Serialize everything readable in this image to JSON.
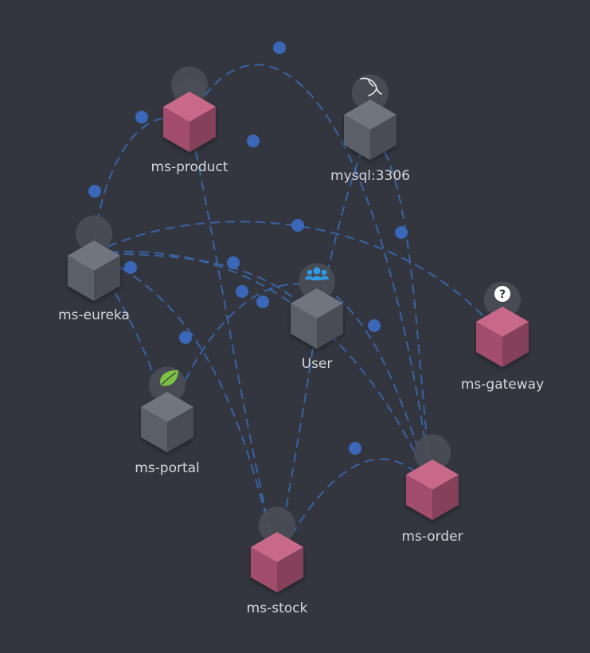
{
  "topology": {
    "colors": {
      "background": "#33363f",
      "edge": "#3b6bb5",
      "service_top": "#c9698a",
      "service_left": "#a24e6d",
      "service_right": "#85405a",
      "infra_top": "#707480",
      "infra_left": "#5a5e69",
      "infra_right": "#484b55"
    },
    "nodes": [
      {
        "id": "ms-product",
        "label": "ms-product",
        "kind": "service",
        "icon": "empty-pin-icon"
      },
      {
        "id": "mysql",
        "label": "mysql:3306",
        "kind": "infra",
        "icon": "mysql-dolphin-icon"
      },
      {
        "id": "ms-eureka",
        "label": "ms-eureka",
        "kind": "infra",
        "icon": "empty-pin-icon"
      },
      {
        "id": "user",
        "label": "User",
        "kind": "infra",
        "icon": "users-icon"
      },
      {
        "id": "ms-gateway",
        "label": "ms-gateway",
        "kind": "service",
        "icon": "question-icon"
      },
      {
        "id": "ms-portal",
        "label": "ms-portal",
        "kind": "infra",
        "icon": "spring-leaf-icon"
      },
      {
        "id": "ms-order",
        "label": "ms-order",
        "kind": "service",
        "icon": "empty-pin-icon"
      },
      {
        "id": "ms-stock",
        "label": "ms-stock",
        "kind": "service",
        "icon": "empty-pin-icon"
      }
    ],
    "edges": [
      {
        "from": "ms-product",
        "to": "ms-order"
      },
      {
        "from": "ms-product",
        "to": "ms-stock"
      },
      {
        "from": "ms-eureka",
        "to": "ms-product"
      },
      {
        "from": "ms-eureka",
        "to": "ms-gateway"
      },
      {
        "from": "ms-eureka",
        "to": "ms-order"
      },
      {
        "from": "ms-eureka",
        "to": "ms-portal"
      },
      {
        "from": "ms-eureka",
        "to": "ms-stock"
      },
      {
        "from": "ms-eureka",
        "to": "user"
      },
      {
        "from": "user",
        "to": "mysql"
      },
      {
        "from": "user",
        "to": "ms-stock"
      },
      {
        "from": "ms-portal",
        "to": "ms-order"
      },
      {
        "from": "ms-stock",
        "to": "ms-order"
      },
      {
        "from": "ms-order",
        "to": "mysql"
      }
    ]
  }
}
